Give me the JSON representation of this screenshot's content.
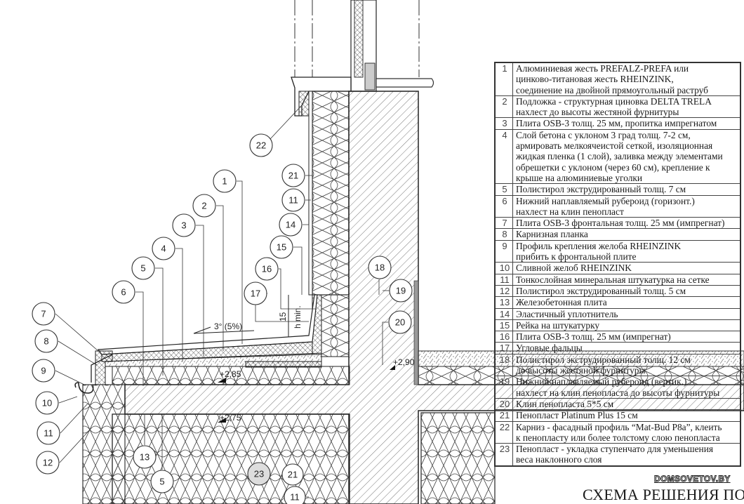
{
  "title": "СХЕМА РЕШЕНИЯ ПОДН",
  "site_mark": "DOMSOVETOV.BY",
  "drawing": {
    "slope_label": "3° (5%)",
    "level_1": "+2,85",
    "level_2": "+2,75",
    "level_3": "+2,90",
    "dim_15": "15",
    "dim_hmin": "h min.",
    "callouts": [
      "22",
      "21",
      "11",
      "1",
      "2",
      "14",
      "3",
      "15",
      "4",
      "16",
      "5",
      "17",
      "6",
      "18",
      "19",
      "20",
      "7",
      "8",
      "9",
      "10",
      "11",
      "12",
      "13",
      "5",
      "23",
      "21",
      "11"
    ]
  },
  "legend": [
    {
      "num": "1",
      "text": "Алюминиевая жесть PREFALZ-PREFA или\nцинково-титановая жесть RHEINZINK,\nсоединение на двойной прямоугольный раструб"
    },
    {
      "num": "2",
      "text": "Подложка - структурная циновка DELTA TRELA\nнахлест до высоты жестяной фурнитуры"
    },
    {
      "num": "3",
      "text": "Плита OSB-3 толщ. 25 мм, пропитка импрегнатом"
    },
    {
      "num": "4",
      "text": "Слой бетона с уклоном 3 град толщ. 7-2 см,\nармировать мелкоячеистой сеткой, изоляционная\nжидкая пленка (1 слой), заливка между элементами\nобрешетки с уклоном (через 60 см), крепление к\nкрыше на алюминиевые уголки"
    },
    {
      "num": "5",
      "text": "Полистирол экструдированный толщ. 7 см"
    },
    {
      "num": "6",
      "text": "Нижний наплавляемый рубероид (горизонт.)\nнахлест на клин пенопласт"
    },
    {
      "num": "7",
      "text": "Плита OSB-3 фронтальная толщ. 25 мм (импрегнат)"
    },
    {
      "num": "8",
      "text": "Карнизная планка"
    },
    {
      "num": "9",
      "text": "Профиль крепления желоба RHEINZINK\nприбить к фронтальной плите"
    },
    {
      "num": "10",
      "text": "Сливной желоб RHEINZINK"
    },
    {
      "num": "11",
      "text": "Тонкослойная минеральная штукатурка на сетке"
    },
    {
      "num": "12",
      "text": "Полистирол экструдированный толщ. 5 см"
    },
    {
      "num": "13",
      "text": "Железобетонная плита"
    },
    {
      "num": "14",
      "text": "Эластичный уплотнитель"
    },
    {
      "num": "15",
      "text": "Рейка на штукатурку"
    },
    {
      "num": "16",
      "text": "Плита OSB-3 толщ. 25 мм (импрегнат)"
    },
    {
      "num": "17",
      "text": "Угловые фальцы"
    },
    {
      "num": "18",
      "text": "Полистирол экструдированный толщ. 12 см\nдо высоты жестяной фурнитуры"
    },
    {
      "num": "19",
      "text": "Нижний наплавляемый рубероид (вертик.)\nнахлест на клин пенопласта до высоты фурнитуры"
    },
    {
      "num": "20",
      "text": "Клин пенопласта 5*5 см"
    },
    {
      "num": "21",
      "text": "Пенопласт Platinum Plus 15 см"
    },
    {
      "num": "22",
      "text": "Карниз - фасадный профиль “Mat-Bud P8a”, клеить\nк пенопласту или более толстому слою пенопласта"
    },
    {
      "num": "23",
      "text": "Пенопласт - укладка ступенчато для уменьшения\nвеса наклонного слоя"
    }
  ]
}
